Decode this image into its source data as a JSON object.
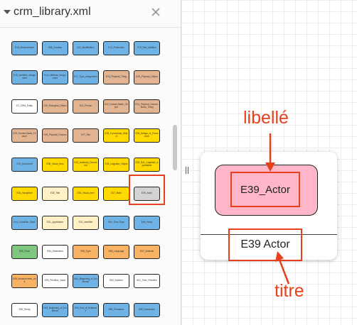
{
  "panel": {
    "title": "crm_library.xml",
    "collapse_icon": "triangle-down-icon",
    "close_icon": "close-icon",
    "library_colors": {
      "blue": "#6fb2e6",
      "tan": "#e3b491",
      "white": "#ffffff",
      "yellow": "#ffd900",
      "cream": "#fff1c5",
      "gray": "#d3d3d3",
      "green": "#7fc77f",
      "orange": "#f8b263"
    },
    "shapes": [
      {
        "label": "E16_Measurement",
        "color": "blue"
      },
      {
        "label": "E65_Creation",
        "color": "blue"
      },
      {
        "label": "E11_Modification",
        "color": "blue"
      },
      {
        "label": "E12_Production",
        "color": "blue"
      },
      {
        "label": "E79_Part_Addition",
        "color": "blue"
      },
      {
        "label": "E15_Identifier_Assignment",
        "color": "blue"
      },
      {
        "label": "E13_Attribute_Assignment",
        "color": "blue"
      },
      {
        "label": "E17_Type_Assignment",
        "color": "blue"
      },
      {
        "label": "E18_Physical_Thing",
        "color": "tan"
      },
      {
        "label": "E19_Physical_Object",
        "color": "tan"
      },
      {
        "label": "E1_CRM_Entity",
        "color": "white"
      },
      {
        "label": "E20_Biological_Object",
        "color": "tan"
      },
      {
        "label": "E21_Person",
        "color": "tan"
      },
      {
        "label": "E22_Human-Made_Object",
        "color": "tan"
      },
      {
        "label": "E24_Physical_Human-Made_Thing",
        "color": "tan"
      },
      {
        "label": "E25_Human-Made_Feature",
        "color": "tan"
      },
      {
        "label": "E26_Physical_Feature",
        "color": "tan"
      },
      {
        "label": "E27_Site",
        "color": "tan"
      },
      {
        "label": "E28_Conceptual_Object",
        "color": "yellow"
      },
      {
        "label": "E29_Design_or_Procedure",
        "color": "yellow"
      },
      {
        "label": "E31_Document",
        "color": "blue"
      },
      {
        "label": "E36_Visual_Item",
        "color": "yellow"
      },
      {
        "label": "E32_Authority_Document",
        "color": "yellow"
      },
      {
        "label": "E33_Linguistic_Object",
        "color": "yellow"
      },
      {
        "label": "E33_E41_Linguistic_Appellation",
        "color": "yellow"
      },
      {
        "label": "E34_Inscription",
        "color": "yellow"
      },
      {
        "label": "E35_Title",
        "color": "cream"
      },
      {
        "label": "E36_Visual_Item",
        "color": "yellow"
      },
      {
        "label": "E37_Mark",
        "color": "yellow"
      },
      {
        "label": "E39_Actor",
        "color": "gray"
      },
      {
        "label": "E41_Condition_State",
        "color": "blue"
      },
      {
        "label": "E41_Appellation",
        "color": "cream"
      },
      {
        "label": "E42_Identifier",
        "color": "cream"
      },
      {
        "label": "E52_Time-Span",
        "color": "blue"
      },
      {
        "label": "E53_Place",
        "color": "blue"
      },
      {
        "label": "E53_Place",
        "color": "green"
      },
      {
        "label": "E54_Dimension",
        "color": "white"
      },
      {
        "label": "E55_Type",
        "color": "orange"
      },
      {
        "label": "E56_Language",
        "color": "orange"
      },
      {
        "label": "E57_Material",
        "color": "orange"
      },
      {
        "label": "E58_Measurement_Unit",
        "color": "orange"
      },
      {
        "label": "E59_Primitive_Value",
        "color": "white"
      },
      {
        "label": "E63_Beginning_of_Existence",
        "color": "blue"
      },
      {
        "label": "E60_Number",
        "color": "white"
      },
      {
        "label": "E61_Time_Primitive",
        "color": "white"
      },
      {
        "label": "E62_String",
        "color": "white"
      },
      {
        "label": "E63_Beginning_of_Existence",
        "color": "blue"
      },
      {
        "label": "E64_End_of_Existence",
        "color": "blue"
      },
      {
        "label": "E66_Formation",
        "color": "blue"
      },
      {
        "label": "E68_Dissolution",
        "color": "blue"
      }
    ]
  },
  "canvas": {
    "card": {
      "shape_label": "E39_Actor",
      "shape_color": "#ffb6c8",
      "title": "E39 Actor"
    },
    "annotations": {
      "label_callout": "libellé",
      "title_callout": "titre",
      "color": "#e8401c"
    }
  }
}
